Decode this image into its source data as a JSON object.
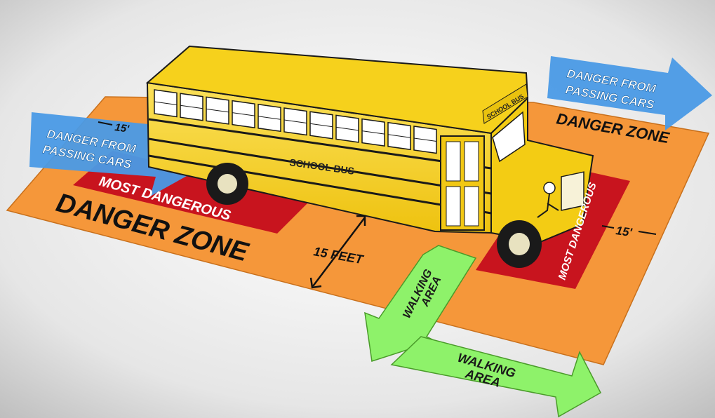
{
  "diagram": {
    "colors": {
      "danger_zone": "#f5973a",
      "most_dangerous": "#c8141e",
      "walking_area": "#8ef26a",
      "passing_cars_arrow": "#4a9ae6",
      "bus_body": "#f8d51c"
    },
    "danger_zone_left": "DANGER ZONE",
    "danger_zone_right": "DANGER ZONE",
    "most_dangerous_left": "MOST DANGEROUS",
    "most_dangerous_right": "MOST DANGEROUS",
    "passing_cars_left": {
      "line1": "DANGER FROM",
      "line2": "PASSING CARS"
    },
    "passing_cars_right": {
      "line1": "DANGER FROM",
      "line2": "PASSING CARS"
    },
    "walking_area_vertical": {
      "line1": "WALKING",
      "line2": "AREA"
    },
    "walking_area_horizontal": {
      "line1": "WALKING",
      "line2": "AREA"
    },
    "distance_front": "15 FEET",
    "distance_left_marker": "15'",
    "distance_right_marker": "15'",
    "bus_label": "SCHOOL BUS",
    "bus_roof_sign": "SCHOOL BUS"
  }
}
